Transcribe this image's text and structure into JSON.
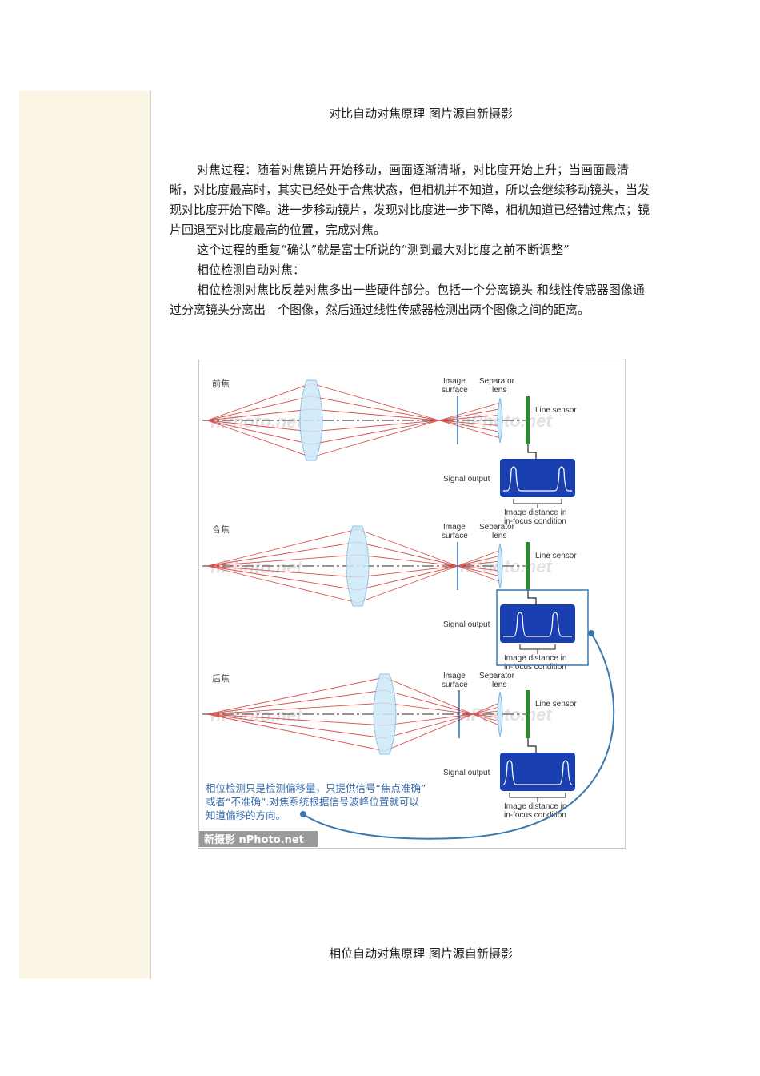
{
  "captions": {
    "top": "对比自动对焦原理 图片源自新摄影",
    "bottom": "相位自动对焦原理 图片源自新摄影"
  },
  "paragraphs": [
    "对焦过程：随着对焦镜片开始移动，画面逐渐清晰，对比度开始上升；当画面最清晰，对比度最高时，其实已经处于合焦状态，但相机并不知道，所以会继续移动镜头，当发现对比度开始下降。进一步移动镜片，发现对比度进一步下降，相机知道已经错过焦点；镜片回退至对比度最高的位置，完成对焦。",
    "这个过程的重复“确认”就是富士所说的“测到最大对比度之前不断调整”",
    "相位检测自动对焦：",
    "相位检测对焦比反差对焦多出一些硬件部分。包括一个分离镜头 和线性传感器图像通过分离镜头分离出　个图像，然后通过线性传感器检测出两个图像之间的距离。"
  ],
  "figure": {
    "panels": [
      {
        "label": "前焦",
        "image_surface": [
          "Image",
          "surface"
        ],
        "separator": [
          "Separator",
          "lens"
        ],
        "line_sensor": "Line sensor",
        "signal_output": "Signal output",
        "distance": [
          "Image distance in",
          "in-focus condition"
        ],
        "watermark_left": "nPhoto.net",
        "watermark_right": "nPhoto.net"
      },
      {
        "label": "合焦",
        "image_surface": [
          "Image",
          "surface"
        ],
        "separator": [
          "Separator",
          "lens"
        ],
        "line_sensor": "Line sensor",
        "signal_output": "Signal output",
        "distance": [
          "Image distance in",
          "in-focus condition"
        ],
        "watermark_left": "nPhoto.net",
        "watermark_right": "nPhoto.net"
      },
      {
        "label": "后焦",
        "image_surface": [
          "Image",
          "surface"
        ],
        "separator": [
          "Separator",
          "lens"
        ],
        "line_sensor": "Line sensor",
        "signal_output": "Signal output",
        "distance": [
          "Image distance in",
          "in-focus condition"
        ],
        "watermark_left": "nPhoto.net",
        "watermark_right": "nPhoto.net"
      }
    ],
    "note": [
      "相位检测只是检测偏移量，只提供信号“焦点准确”",
      "或者“不准确”.对焦系统根据信号波峰位置就可以",
      "知道偏移的方向。"
    ],
    "credit": "新摄影 nPhoto.net",
    "colors": {
      "ray": "#d9534f",
      "lens": "#cde8f8",
      "sensor": "#2d8a2d",
      "signal_box": "#1a3fb0",
      "callout": "#3a78b0"
    }
  }
}
